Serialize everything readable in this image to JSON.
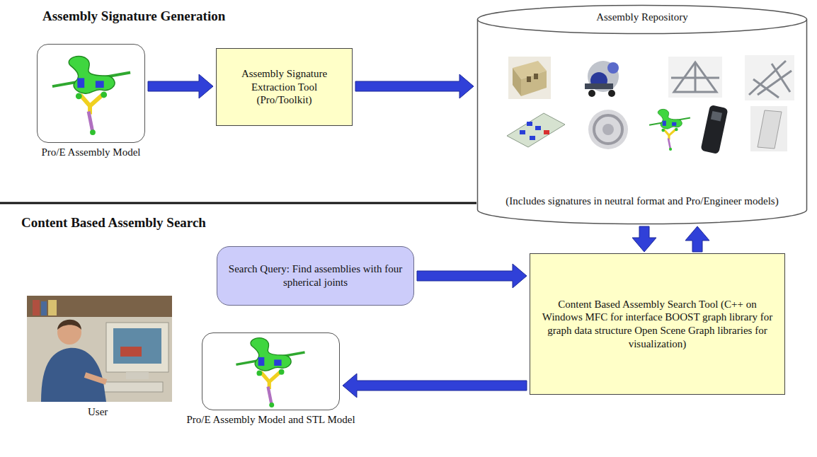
{
  "diagram": {
    "nodes": [
      {
        "text": [
          "Pro/E Assembly Model"
        ]
      },
      {
        "text": [
          "Assembly Signature Extraction Tool (Pro/Toolkit)"
        ]
      },
      {
        "text": [
          "Assembly Repository",
          "(Includes signatures in neutral format and Pro/Engineer models)"
        ]
      },
      {
        "text": [
          "Search Query: Find assemblies with four spherical joints"
        ]
      },
      {
        "text": [
          "Content Based Assembly Search Tool (C++ on Windows MFC for interface BOOST graph library for graph data structure Open Scene Graph libraries for visualization)"
        ]
      },
      {
        "text": [
          "Pro/E Assembly Model and STL Model"
        ]
      }
    ],
    "edges": [
      {
        "from": 0,
        "to": 1,
        "arrow": "to"
      },
      {
        "from": 1,
        "to": 2,
        "arrow": "to"
      },
      {
        "from": 2,
        "to": 4,
        "arrow": "to"
      },
      {
        "from": 4,
        "to": 2,
        "arrow": "to"
      },
      {
        "from": 3,
        "to": 4,
        "arrow": "to"
      },
      {
        "from": 4,
        "to": 5,
        "arrow": "to"
      }
    ],
    "labels": [
      "Assembly Signature Generation",
      "Content Based Assembly Search",
      "User"
    ]
  }
}
